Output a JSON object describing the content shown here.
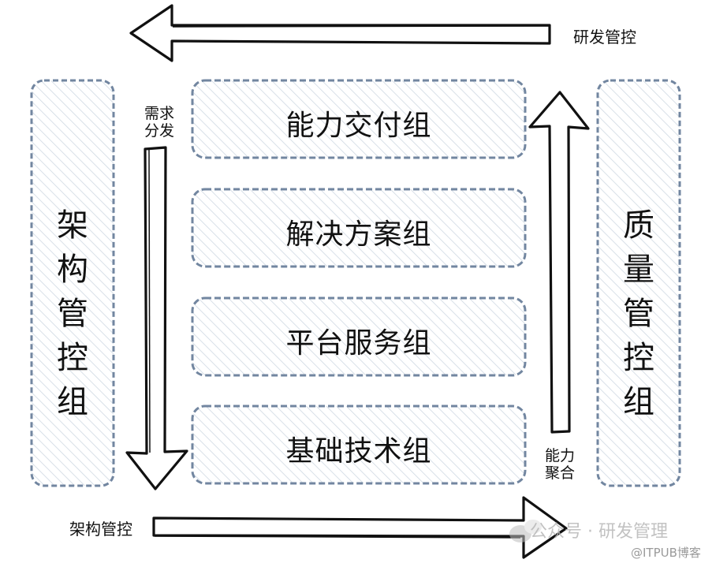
{
  "diagram": {
    "colors": {
      "box_stroke": "#6f849e",
      "hatch": "#c9d3de",
      "arrow_stroke": "#111111",
      "watermark": "#b8b8b8"
    },
    "center_groups": [
      {
        "label": "能力交付组"
      },
      {
        "label": "解决方案组"
      },
      {
        "label": "平台服务组"
      },
      {
        "label": "基础技术组"
      }
    ],
    "side_groups": {
      "left": {
        "label": "架构管控组",
        "chars": [
          "架",
          "构",
          "管",
          "控",
          "组"
        ]
      },
      "right": {
        "label": "质量管控组",
        "chars": [
          "质",
          "量",
          "管",
          "控",
          "组"
        ]
      }
    },
    "arrows": {
      "top": {
        "direction": "left",
        "label": "研发管控"
      },
      "bottom": {
        "direction": "right",
        "label": "架构管控"
      },
      "down": {
        "direction": "down",
        "label_line1": "需求",
        "label_line2": "分发"
      },
      "up": {
        "direction": "up",
        "label_line1": "能力",
        "label_line2": "聚合"
      }
    },
    "watermark": {
      "text": "公众号 · 研发管理",
      "credit": "@ITPUB博客"
    }
  }
}
